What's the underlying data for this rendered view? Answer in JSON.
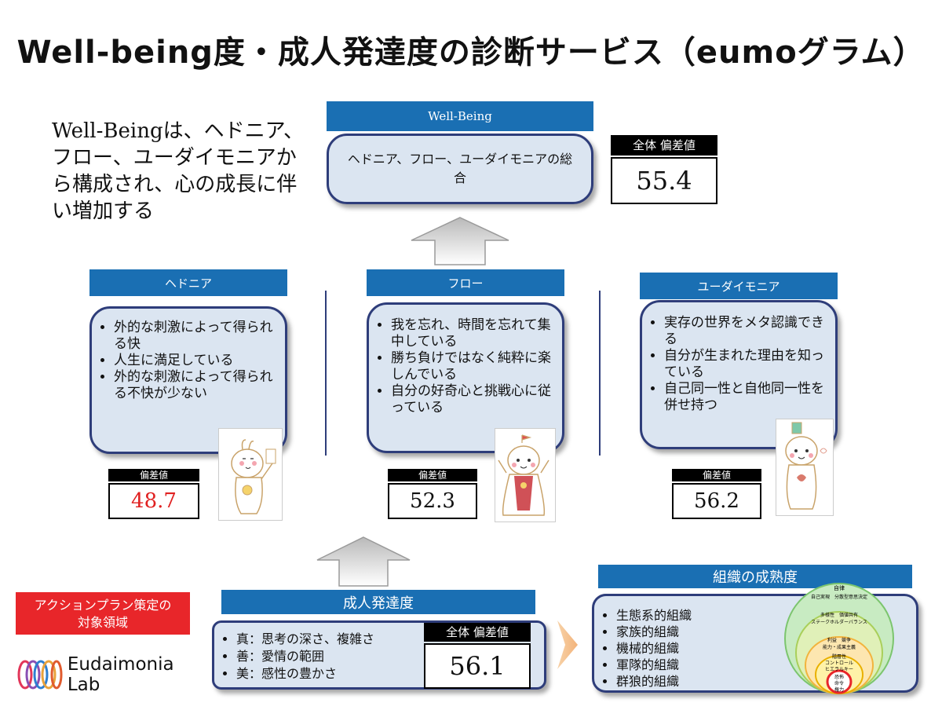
{
  "title": "Well-being度・成人発達度の診断サービス（eumoグラム）",
  "intro": "Well-Beingは、ヘドニア、フロー、ユーダイモニアから構成され、心の成長に伴い増加する",
  "wellbeing": {
    "bar_label": "Well-Being",
    "description": "ヘドニア、フロー、ユーダイモニアの総合",
    "score_label": "全体 偏差値",
    "score": "55.4"
  },
  "columns": [
    {
      "bar_label": "ヘドニア",
      "items": [
        "外的な刺激によって得られる快",
        "人生に満足している",
        "外的な刺激によって得られる不快が少ない"
      ],
      "score_label": "偏差値",
      "score": "48.7",
      "score_color": "#e02020",
      "icon": "character-hedonia-icon"
    },
    {
      "bar_label": "フロー",
      "items": [
        "我を忘れ、時間を忘れて集中している",
        "勝ち負けではなく純粋に楽しんでいる",
        "自分の好奇心と挑戦心に従っている"
      ],
      "score_label": "偏差値",
      "score": "52.3",
      "score_color": "#111111",
      "icon": "character-flow-icon"
    },
    {
      "bar_label": "ユーダイモニア",
      "items": [
        "実存の世界をメタ認識できる",
        "自分が生まれた理由を知っている",
        "自己同一性と自他同一性を併せ持つ"
      ],
      "score_label": "偏差値",
      "score": "56.2",
      "score_color": "#111111",
      "icon": "character-eudaimonia-icon"
    }
  ],
  "action_plan": "アクションプラン策定の対象領域",
  "adult_development": {
    "bar_label": "成人発達度",
    "items": [
      "真：思考の深さ、複雑さ",
      "善：愛情の範囲",
      "美：感性の豊かさ"
    ],
    "score_label": "全体 偏差値",
    "score": "56.1"
  },
  "logo_text": "Eudaimonia Lab",
  "organization": {
    "bar_label": "組織の成熟度",
    "items": [
      "生態系的組織",
      "家族的組織",
      "機械的組織",
      "軍隊的組織",
      "群狼的組織"
    ],
    "diagram_labels": [
      "自律",
      "自己実現　分散型意思決定",
      "多様性　価値共有",
      "ステークホルダーバランス",
      "利益　競争",
      "能力・成果主義",
      "階層性",
      "コントロール",
      "ヒエラルキー",
      "恐怖",
      "命令",
      "権力"
    ]
  },
  "colors": {
    "accent_blue": "#1a6fb3",
    "card_fill": "#dbe5f1",
    "card_border": "#2e3d7a",
    "alert_red": "#e02020"
  }
}
